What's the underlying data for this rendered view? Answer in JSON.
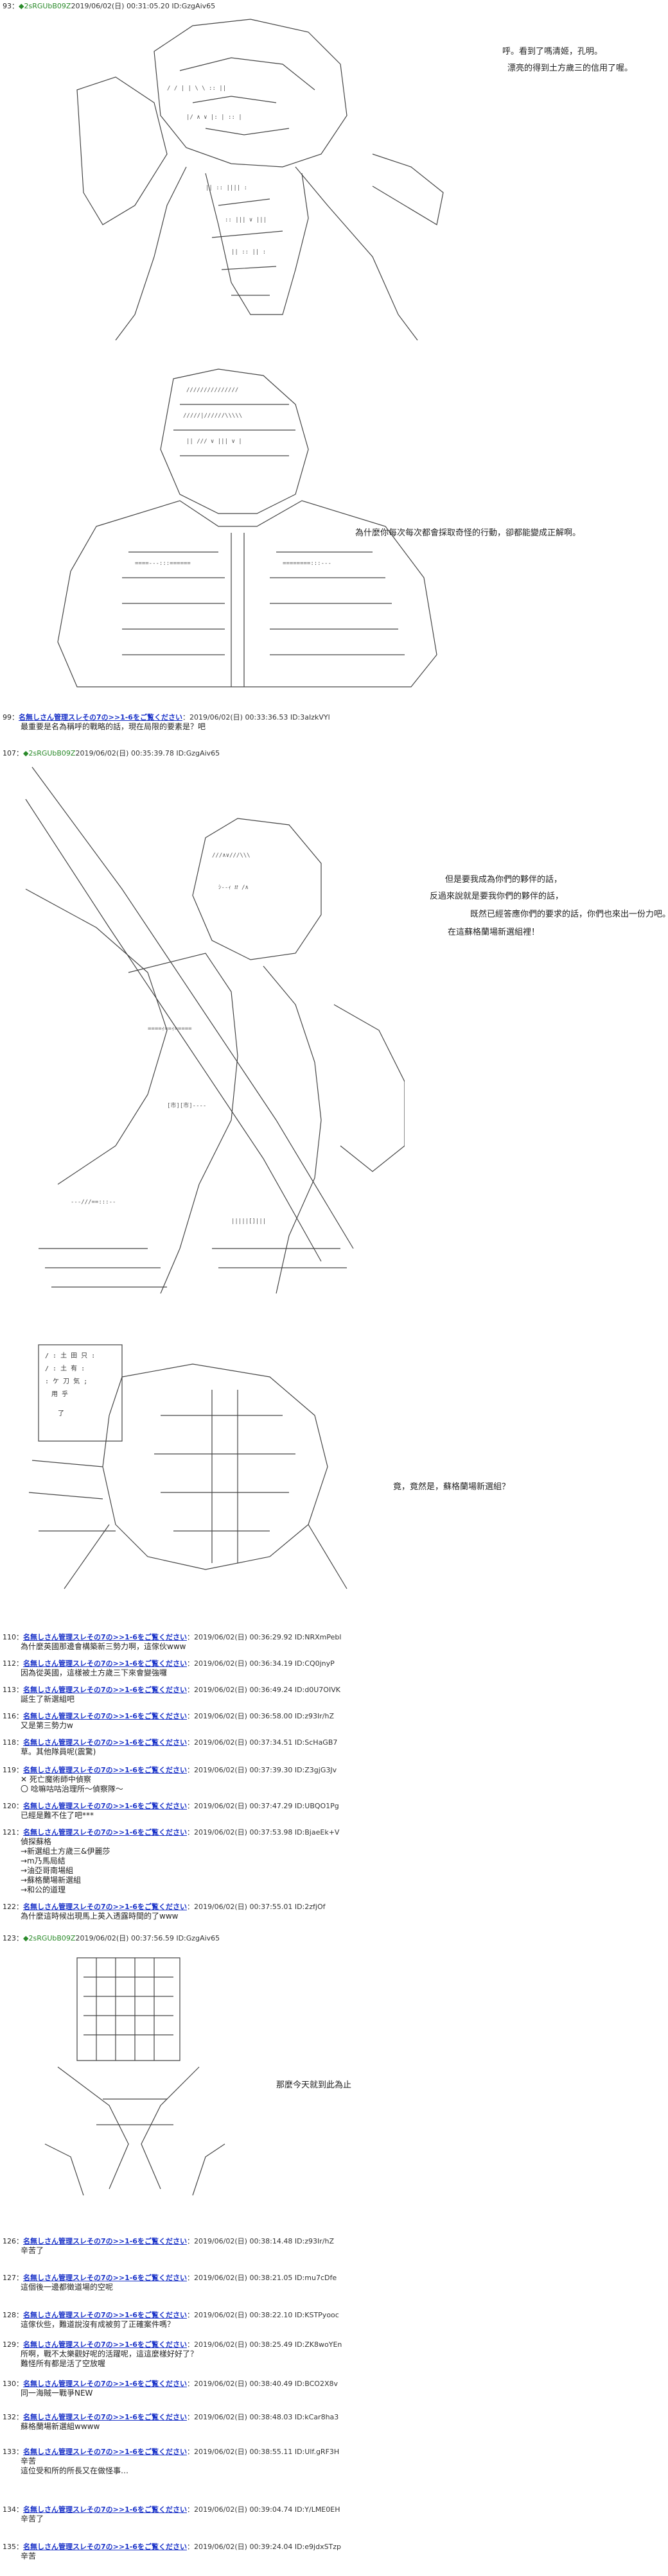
{
  "posts": {
    "p93": {
      "num": "93：",
      "trip": "◆2sRGUbB09Z",
      "meta": "2019/06/02(日) 00:31:05.20 ID:GzgAiv65",
      "dialog": [
        "呼。看到了嗎清姬，孔明。",
        "漂亮的得到土方歲三的信用了喔。"
      ]
    },
    "p93b": {
      "dialog": [
        "為什麼你每次每次都會採取奇怪的行動，卻都能變成正解啊。"
      ]
    },
    "p99": {
      "num": "99：",
      "name": "名無しさん管理スレその7の>>1-6をご覧ください",
      "meta": "：2019/06/02(日) 00:33:36.53 ID:3aIzkVYl",
      "lines": [
        "最重要是名為稱呼的戰略的話，現在局限的要素是？吧"
      ]
    },
    "p107": {
      "num": "107：",
      "trip": "◆2sRGUbB09Z",
      "meta": "2019/06/02(日) 00:35:39.78 ID:GzgAiv65",
      "dialog": [
        "但是要我成為你們的夥伴的話，",
        "反過來說就是要我你們的夥伴的話，",
        "既然已經答應你們的要求的話，你們也來出一份力吧。",
        "在這蘇格蘭場新選組裡！"
      ]
    },
    "p107b": {
      "dialog": [
        "竟，竟然是，蘇格蘭場新選組？"
      ]
    },
    "small_posts": [
      {
        "num": "110：",
        "name": "名無しさん管理スレその7の>>1-6をご覧ください",
        "meta": "：2019/06/02(日) 00:36:29.92 ID:NRXmPebl",
        "lines": [
          "為什麼英國那邊會構築新三勢力啊，這傢伙www"
        ]
      },
      {
        "num": "112：",
        "name": "名無しさん管理スレその7の>>1-6をご覧ください",
        "meta": "：2019/06/02(日) 00:36:34.19 ID:CQ0jnyP",
        "lines": [
          "因為從英國，這樣被土方歲三下來會變強囉"
        ]
      },
      {
        "num": "113：",
        "name": "名無しさん管理スレその7の>>1-6をご覧ください",
        "meta": "：2019/06/02(日) 00:36:49.24 ID:d0U7OIVK",
        "lines": [
          "誕生了新選組吧"
        ]
      },
      {
        "num": "116：",
        "name": "名無しさん管理スレその7の>>1-6をご覧ください",
        "meta": "：2019/06/02(日) 00:36:58.00 ID:z93Ir/hZ",
        "lines": [
          "又是第三勢力w"
        ]
      },
      {
        "num": "118：",
        "name": "名無しさん管理スレその7の>>1-6をご覧ください",
        "meta": "：2019/06/02(日) 00:37:34.51 ID:ScHaGB7",
        "lines": [
          "草。其他隊員呢(震驚)"
        ]
      },
      {
        "num": "119：",
        "name": "名無しさん管理スレその7の>>1-6をご覧ください",
        "meta": "：2019/06/02(日) 00:37:39.30 ID:Z3gjG3Jv",
        "lines": [
          "✕ 死亡魔術師中偵察",
          "〇 唸嘛咕咕治理所～偵察隊～"
        ]
      },
      {
        "num": "120：",
        "name": "名無しさん管理スレその7の>>1-6をご覧ください",
        "meta": "：2019/06/02(日) 00:37:47.29 ID:UBQO1Pg",
        "lines": [
          "已經是難不住了吧***"
        ]
      },
      {
        "num": "121：",
        "name": "名無しさん管理スレその7の>>1-6をご覧ください",
        "meta": "：2019/06/02(日) 00:37:53.98 ID:BjaeEk+V",
        "lines": [
          "偵探蘇格",
          "→新選組土方歲三&伊麗莎",
          "→m乃馬局結",
          "→油亞哥南場組",
          "→蘇格蘭場新選組",
          "→和公的道理"
        ]
      },
      {
        "num": "122：",
        "name": "名無しさん管理スレその7の>>1-6をご覧ください",
        "meta": "：2019/06/02(日) 00:37:55.01 ID:2zfjOf",
        "lines": [
          "為什麼這時候出現馬上英入透露時間的了www"
        ]
      }
    ],
    "p123": {
      "num": "123：",
      "trip": "◆2sRGUbB09Z",
      "meta": "2019/06/02(日) 00:37:56.59 ID:GzgAiv65",
      "dialog": [
        "那麼今天就到此為止"
      ]
    },
    "tail_posts": [
      {
        "num": "126：",
        "name": "名無しさん管理スレその7の>>1-6をご覧ください",
        "meta": "：2019/06/02(日) 00:38:14.48 ID:z93Ir/hZ",
        "lines": [
          "辛苦了"
        ]
      },
      {
        "num": "127：",
        "name": "名無しさん管理スレその7の>>1-6をご覧ください",
        "meta": "：2019/06/02(日) 00:38:21.05 ID:mu7cDfe",
        "lines": [
          "這個後一邊都徵道場的空呢"
        ]
      },
      {
        "num": "128：",
        "name": "名無しさん管理スレその7の>>1-6をご覧ください",
        "meta": "：2019/06/02(日) 00:38:22.10 ID:KSTPyooc",
        "lines": [
          "這傢伙些，難道說沒有成被剪了正確案件嗎？"
        ]
      },
      {
        "num": "129：",
        "name": "名無しさん管理スレその7の>>1-6をご覧ください",
        "meta": "：2019/06/02(日) 00:38:25.49 ID:ZK8woYEn",
        "lines": [
          "所啊，戰不太樂觀好呢的活躍呢，這這麼樣好好了？",
          "難怪所有都是活了空放喔"
        ]
      },
      {
        "num": "130：",
        "name": "名無しさん管理スレその7の>>1-6をご覧ください",
        "meta": "：2019/06/02(日) 00:38:40.49 ID:BCO2X8v",
        "lines": [
          "同一海賊一戰爭NEW"
        ]
      },
      {
        "num": "132：",
        "name": "名無しさん管理スレその7の>>1-6をご覧ください",
        "meta": "：2019/06/02(日) 00:38:48.03 ID:kCar8ha3",
        "lines": [
          "蘇格蘭場新選組wwww"
        ]
      },
      {
        "num": "133：",
        "name": "名無しさん管理スレその7の>>1-6をご覧ください",
        "meta": "：2019/06/02(日) 00:38:55.11 ID:Ulf.gRF3H",
        "lines": [
          "辛苦",
          "這位受和所的所長又在做怪事…"
        ]
      },
      {
        "num": "134：",
        "name": "名無しさん管理スレその7の>>1-6をご覧ください",
        "meta": "：2019/06/02(日) 00:39:04.74 ID:Y/LME0EH",
        "lines": [
          "辛苦了"
        ]
      },
      {
        "num": "135：",
        "name": "名無しさん管理スレその7の>>1-6をご覧ください",
        "meta": "：2019/06/02(日) 00:39:24.04 ID:e9jdxSTzp",
        "lines": [
          "辛苦"
        ]
      }
    ]
  },
  "colors": {
    "trip": "#2a8a2a",
    "name_link": "#1a32c8",
    "text": "#222222",
    "background": "#ffffff"
  }
}
